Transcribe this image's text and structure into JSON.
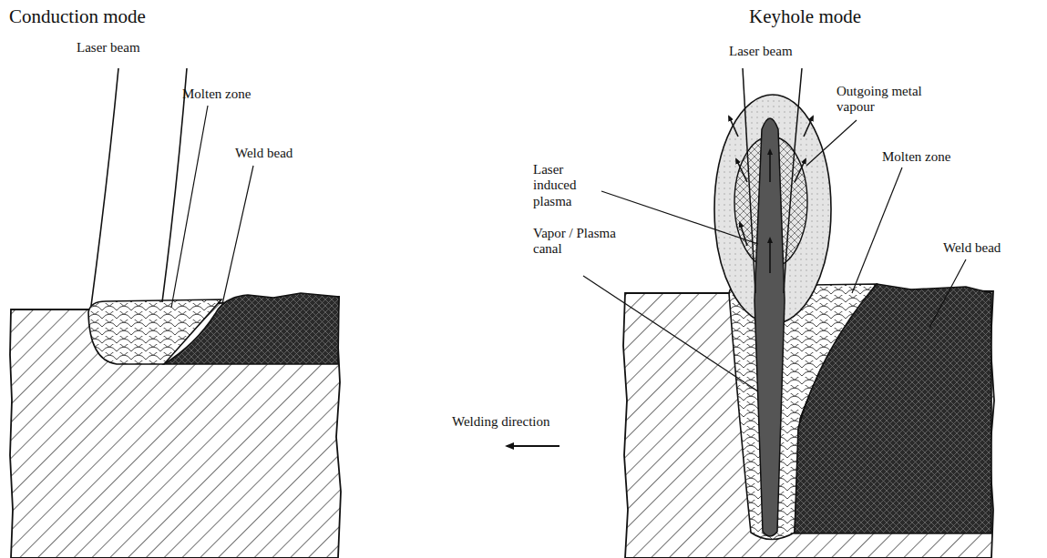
{
  "diagram": {
    "labels": [
      "Conduction mode",
      "Keyhole mode",
      "Laser beam",
      "Molten zone",
      "Weld bead",
      "Laser beam",
      "Outgoing metal vapour",
      "Laser induced plasma",
      "Vapor / Plasma canal",
      "Molten zone",
      "Weld bead",
      "Welding direction"
    ]
  }
}
